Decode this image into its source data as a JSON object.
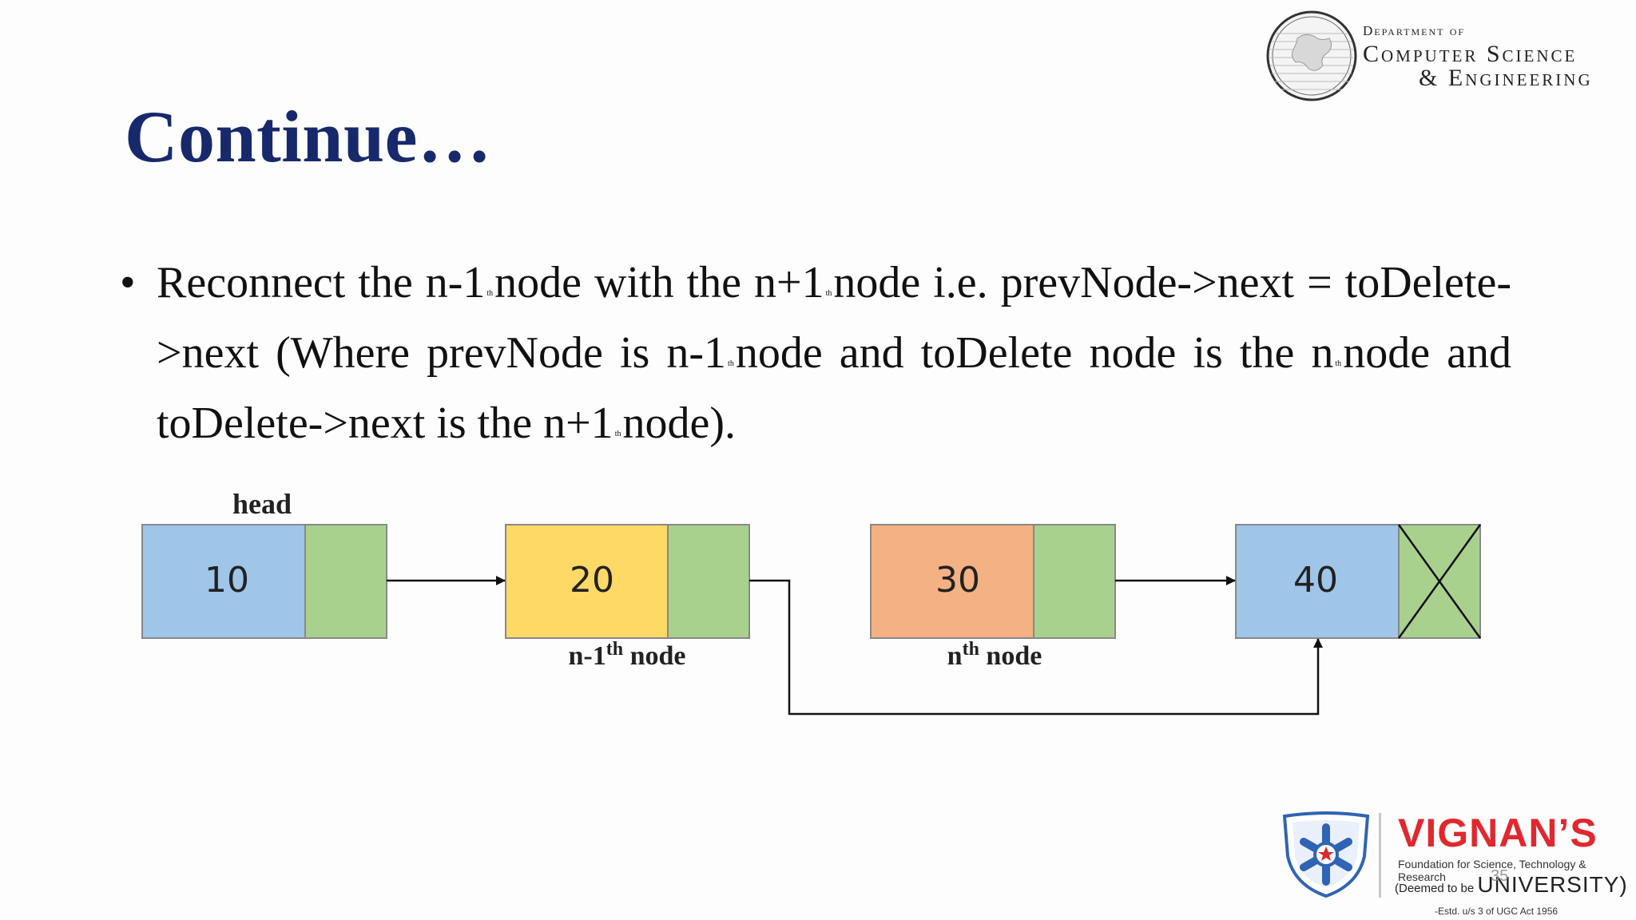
{
  "header": {
    "dept_line1": "Department of",
    "dept_line2": "Computer Science",
    "dept_line3": "& Engineering"
  },
  "title": "Continue…",
  "bullet": {
    "marker": "•",
    "parts": {
      "p1": "Reconnect the n-1",
      "p2": "node with the n+1",
      "p3": "node i.e. prevNode->next = toDelete->next (Where prevNode is n-1",
      "p4": "node and toDelete node is the n",
      "p5": "node and toDelete->next is the n+1",
      "p6": "node).",
      "sup": "th"
    }
  },
  "diagram": {
    "head_label": "head",
    "nodes": [
      {
        "value": "10",
        "data_color": "#9fc5e8",
        "next_color": "#a9d18e"
      },
      {
        "value": "20",
        "data_color": "#ffd966",
        "next_color": "#a9d18e"
      },
      {
        "value": "30",
        "data_color": "#f4b183",
        "next_color": "#a9d18e"
      },
      {
        "value": "40",
        "data_color": "#9fc5e8",
        "next_color": "#a9d18e"
      }
    ],
    "label_n1_prefix": "n-1",
    "label_n1_sup": "th",
    "label_n1_suffix": " node",
    "label_n_prefix": "n",
    "label_n_sup": "th",
    "label_n_suffix": " node"
  },
  "footer": {
    "university_name": "VIGNAN’S",
    "university_sub": "Foundation for Science, Technology & Research",
    "deemed_prefix": "(Deemed to be ",
    "deemed_word": "UNIVERSITY)",
    "estd": "-Estd. u/s 3 of UGC Act 1956",
    "page_number": "35"
  },
  "colors": {
    "title": "#17296b",
    "brand_red": "#e0282e",
    "line": "#111111"
  }
}
